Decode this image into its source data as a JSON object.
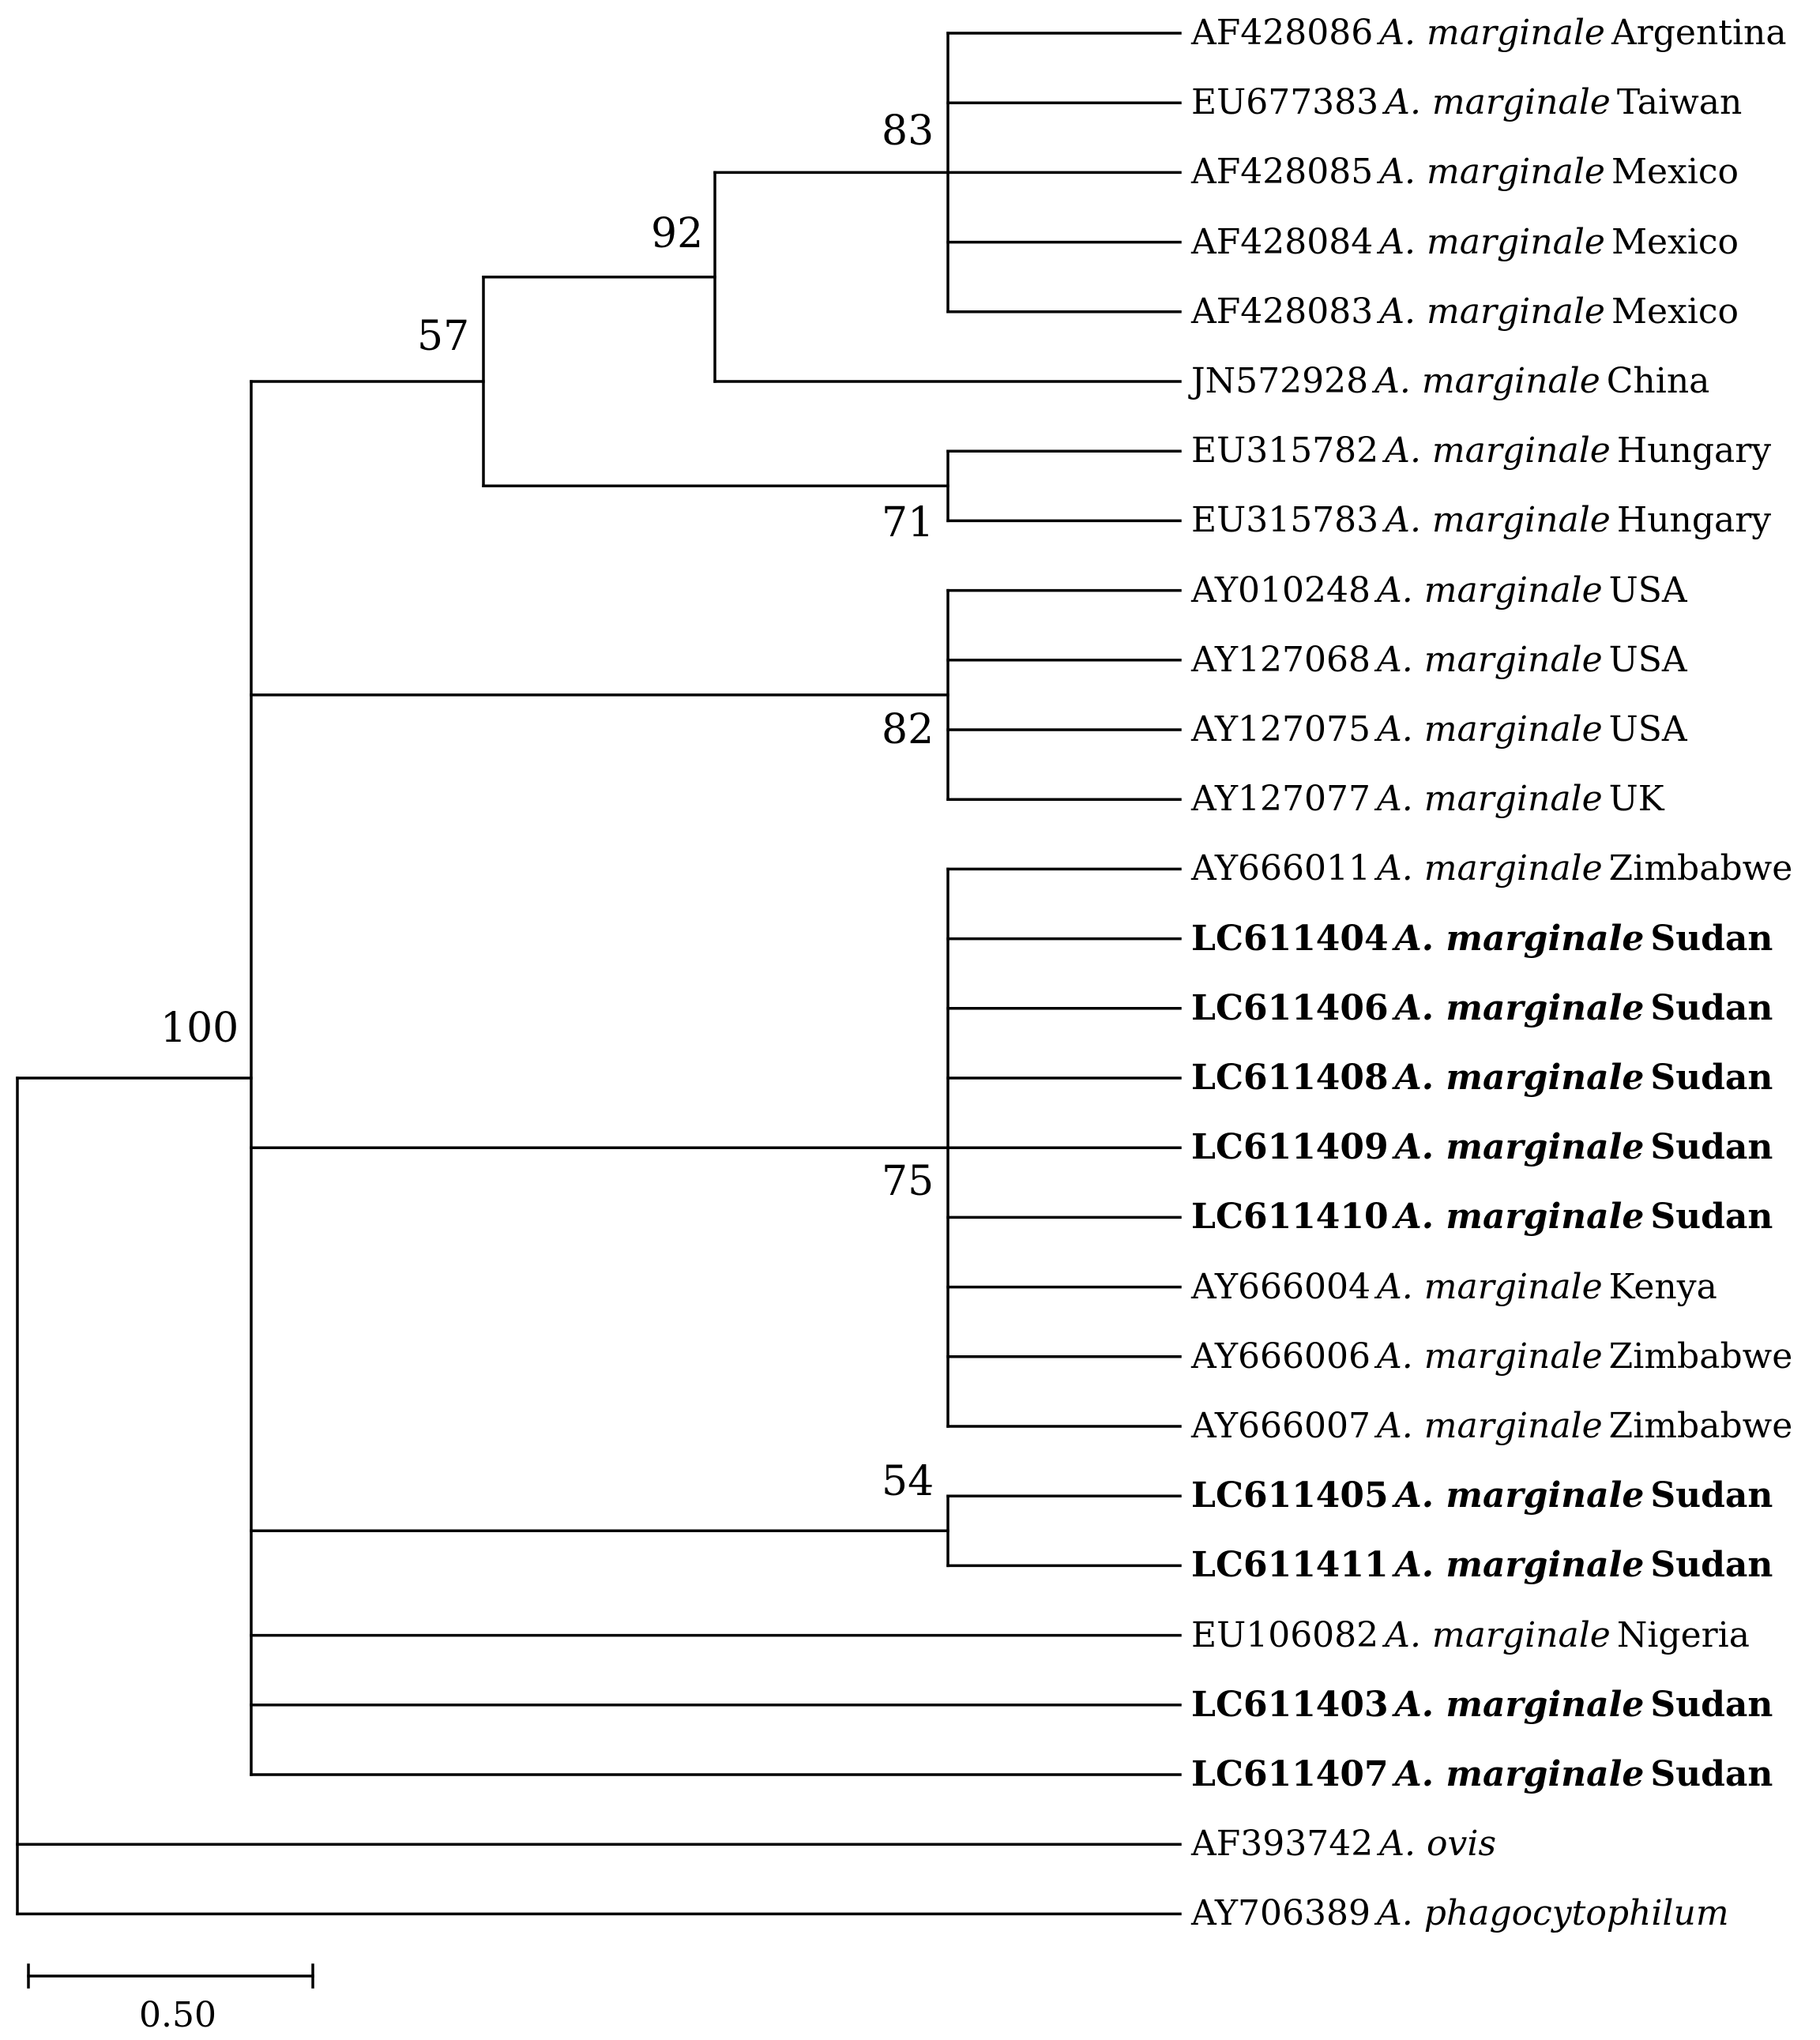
{
  "leaves": [
    {
      "accession": "AF428086",
      "species": "A. marginale",
      "country": "Argentina",
      "bold": false
    },
    {
      "accession": "EU677383",
      "species": "A. marginale",
      "country": "Taiwan",
      "bold": false
    },
    {
      "accession": "AF428085",
      "species": "A. marginale",
      "country": "Mexico",
      "bold": false
    },
    {
      "accession": "AF428084",
      "species": "A. marginale",
      "country": "Mexico",
      "bold": false
    },
    {
      "accession": "AF428083",
      "species": "A. marginale",
      "country": "Mexico",
      "bold": false
    },
    {
      "accession": "JN572928",
      "species": "A. marginale",
      "country": "China",
      "bold": false
    },
    {
      "accession": "EU315782",
      "species": "A. marginale",
      "country": "Hungary",
      "bold": false
    },
    {
      "accession": "EU315783",
      "species": "A. marginale",
      "country": "Hungary",
      "bold": false
    },
    {
      "accession": "AY010248",
      "species": "A. marginale",
      "country": "USA",
      "bold": false
    },
    {
      "accession": "AY127068",
      "species": "A. marginale",
      "country": "USA",
      "bold": false
    },
    {
      "accession": "AY127075",
      "species": "A. marginale",
      "country": "USA",
      "bold": false
    },
    {
      "accession": "AY127077",
      "species": "A. marginale",
      "country": "UK",
      "bold": false
    },
    {
      "accession": "AY666011",
      "species": "A. marginale",
      "country": "Zimbabwe",
      "bold": false
    },
    {
      "accession": "LC611404",
      "species": "A. marginale",
      "country": "Sudan",
      "bold": true
    },
    {
      "accession": "LC611406",
      "species": "A. marginale",
      "country": "Sudan",
      "bold": true
    },
    {
      "accession": "LC611408",
      "species": "A. marginale",
      "country": "Sudan",
      "bold": true
    },
    {
      "accession": "LC611409",
      "species": "A. marginale",
      "country": "Sudan",
      "bold": true
    },
    {
      "accession": "LC611410",
      "species": "A. marginale",
      "country": "Sudan",
      "bold": true
    },
    {
      "accession": "AY666004",
      "species": "A. marginale",
      "country": "Kenya",
      "bold": false
    },
    {
      "accession": "AY666006",
      "species": "A. marginale",
      "country": "Zimbabwe",
      "bold": false
    },
    {
      "accession": "AY666007",
      "species": "A. marginale",
      "country": "Zimbabwe",
      "bold": false
    },
    {
      "accession": "LC611405",
      "species": "A. marginale",
      "country": "Sudan",
      "bold": true
    },
    {
      "accession": "LC611411",
      "species": "A. marginale",
      "country": "Sudan",
      "bold": true
    },
    {
      "accession": "EU106082",
      "species": "A. marginale",
      "country": "Nigeria",
      "bold": false
    },
    {
      "accession": "LC611403",
      "species": "A. marginale",
      "country": "Sudan",
      "bold": true
    },
    {
      "accession": "LC611407",
      "species": "A. marginale",
      "country": "Sudan",
      "bold": true
    },
    {
      "accession": "AF393742",
      "species": "A. ovis",
      "country": "",
      "bold": false
    },
    {
      "accession": "AY706389",
      "species": "A.  phagocytophilum",
      "country": "",
      "bold": false
    }
  ],
  "bootstrap": {
    "root_clade": "100",
    "clade_57": "57",
    "clade_92": "92",
    "clade_83": "83",
    "clade_71": "71",
    "clade_82": "82",
    "clade_75": "75",
    "clade_54": "54"
  },
  "scale_bar": {
    "label": "0.50"
  }
}
